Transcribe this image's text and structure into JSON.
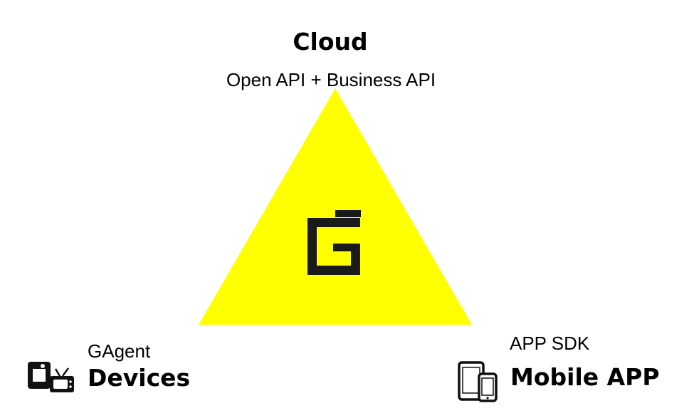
{
  "diagram": {
    "cloud": {
      "title": "Cloud",
      "subtitle": "Open API + Business API"
    },
    "devices": {
      "title": "Devices",
      "subtitle": "GAgent",
      "icon": "devices-icon"
    },
    "mobile": {
      "title": "Mobile APP",
      "subtitle": "APP SDK",
      "icon": "mobile-devices-icon"
    },
    "center": {
      "logo": "g-logo-icon"
    },
    "colors": {
      "triangle": "#ffff00",
      "logo": "#1a1a1a",
      "text": "#000000"
    }
  }
}
